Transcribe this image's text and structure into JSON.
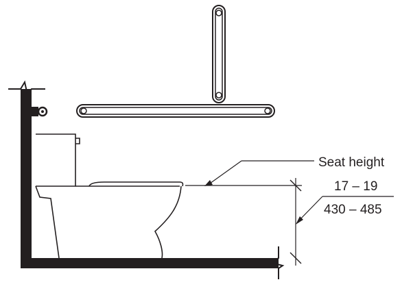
{
  "labels": {
    "seat_height": "Seat height",
    "dim_inches": "17 – 19",
    "dim_mm": "430 – 485"
  },
  "colors": {
    "ink": "#231f20",
    "background": "#ffffff"
  }
}
